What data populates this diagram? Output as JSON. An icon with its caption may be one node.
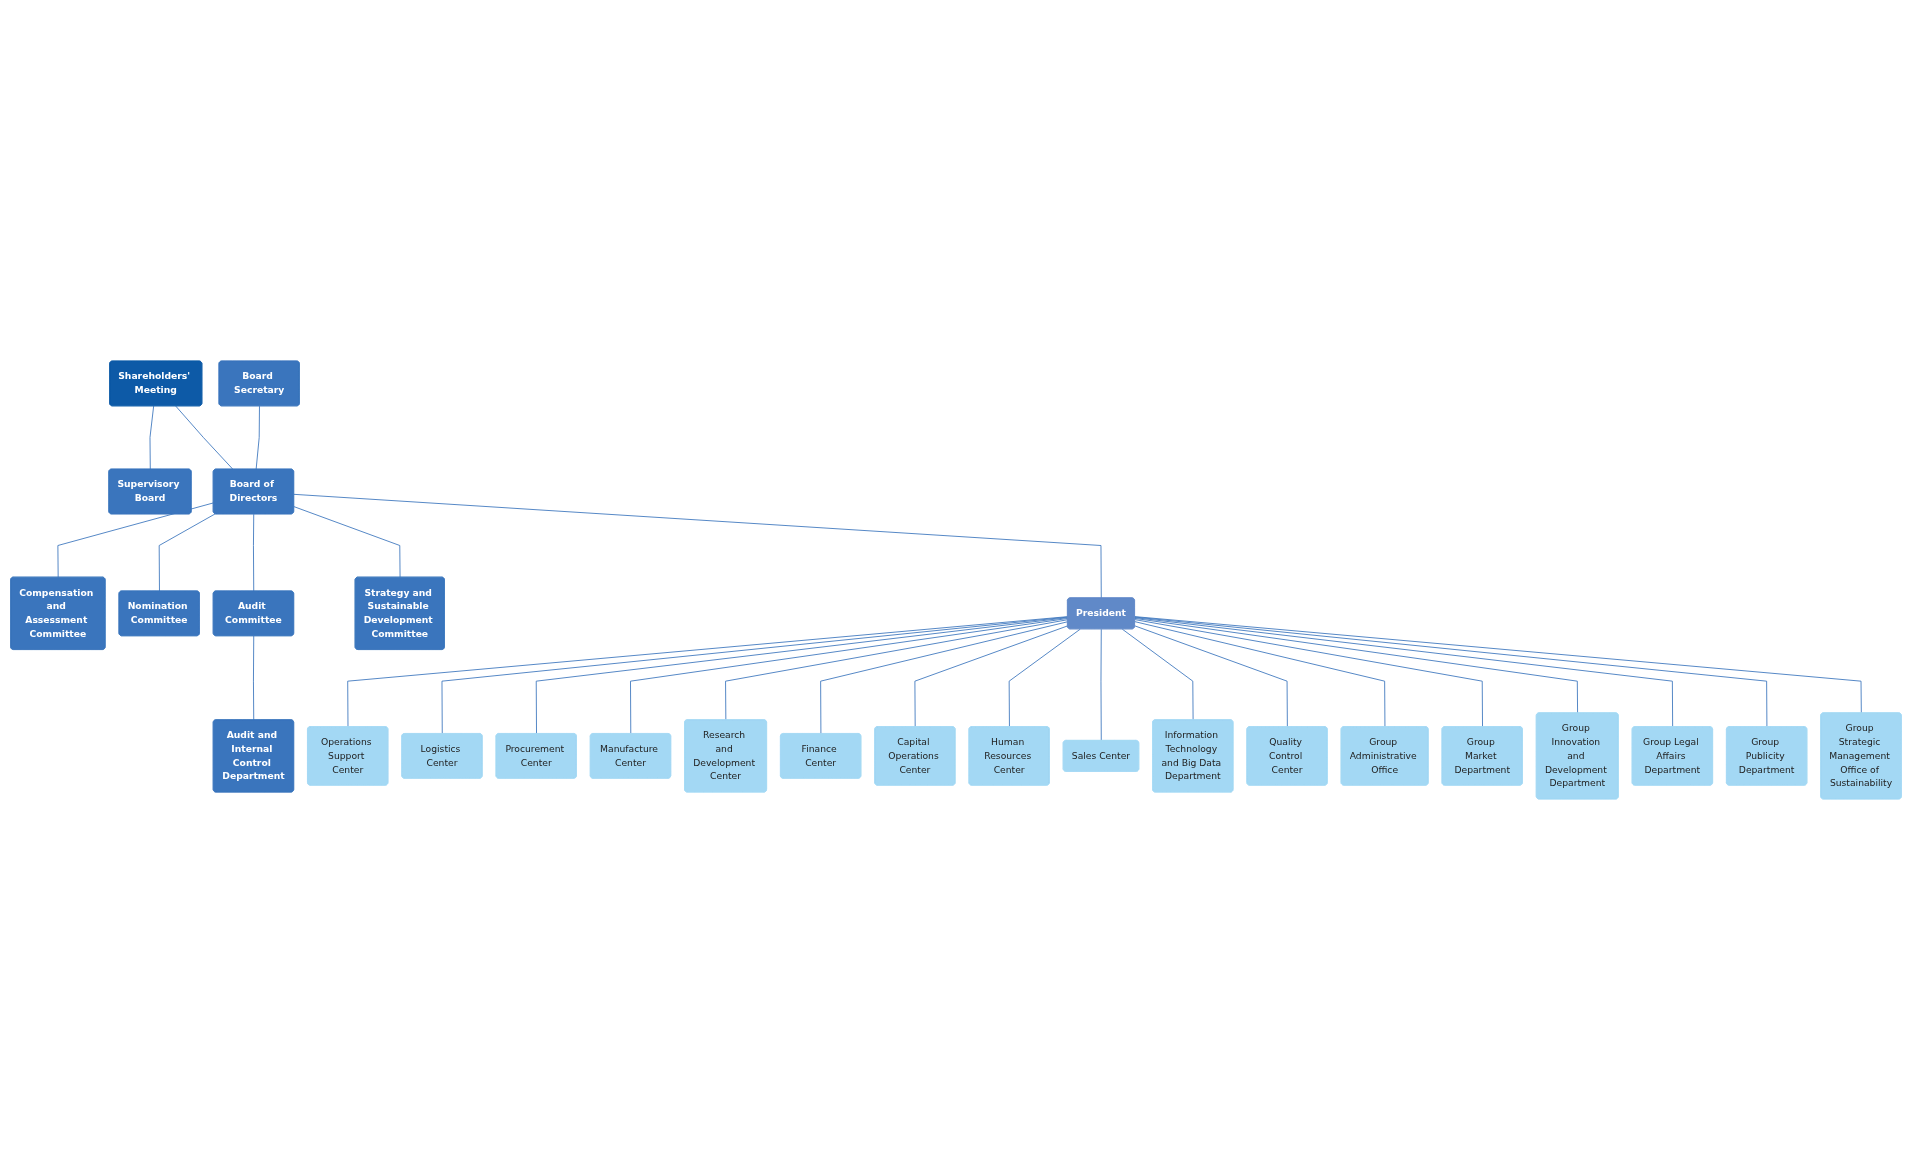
{
  "diagram": {
    "nodes": [
      {
        "text": [
          "Shareholders' Meeting"
        ]
      },
      {
        "text": [
          "Supervisory Board"
        ]
      },
      {
        "text": [
          "Board Secretary"
        ]
      },
      {
        "text": [
          "Board of Directors"
        ]
      },
      {
        "text": [
          "Compensation and Assessment Committee"
        ]
      },
      {
        "text": [
          "Nomination Committee"
        ]
      },
      {
        "text": [
          "Audit Committee"
        ]
      },
      {
        "text": [
          "Audit and Internal Control Department"
        ]
      },
      {
        "text": [
          "Strategy and Sustainable Development Committee"
        ]
      },
      {
        "text": [
          "President"
        ]
      },
      {
        "text": [
          "Operations Support Center"
        ]
      },
      {
        "text": [
          "Logistics Center"
        ]
      },
      {
        "text": [
          "Procurement Center"
        ]
      },
      {
        "text": [
          "Manufacture Center"
        ]
      },
      {
        "text": [
          "Research and Development Center"
        ]
      },
      {
        "text": [
          "Finance Center"
        ]
      },
      {
        "text": [
          "Capital Operations Center"
        ]
      },
      {
        "text": [
          "Human Resources Center"
        ]
      },
      {
        "text": [
          "Sales Center"
        ]
      },
      {
        "text": [
          "Information Technology and Big Data Department"
        ]
      },
      {
        "text": [
          "Quality Control Center"
        ]
      },
      {
        "text": [
          "Group Administrative Office"
        ]
      },
      {
        "text": [
          "Group Market Department"
        ]
      },
      {
        "text": [
          "Group Innovation and Development Department"
        ]
      },
      {
        "text": [
          "Group Legal Affairs Department"
        ]
      },
      {
        "text": [
          "Group Publicity Department"
        ]
      },
      {
        "text": [
          "Group Strategic Management Office of Sustainability"
        ]
      }
    ],
    "edges": [
      {
        "from": 0,
        "to": 1,
        "arrow": "none"
      },
      {
        "from": 0,
        "to": 3,
        "arrow": "none"
      },
      {
        "from": 2,
        "to": 3,
        "arrow": "none"
      },
      {
        "from": 3,
        "to": 4,
        "arrow": "none"
      },
      {
        "from": 3,
        "to": 5,
        "arrow": "none"
      },
      {
        "from": 3,
        "to": 6,
        "arrow": "none"
      },
      {
        "from": 3,
        "to": 8,
        "arrow": "none"
      },
      {
        "from": 6,
        "to": 7,
        "arrow": "none"
      },
      {
        "from": 3,
        "to": 9,
        "arrow": "none"
      },
      {
        "from": 9,
        "to": 10,
        "arrow": "none"
      },
      {
        "from": 9,
        "to": 11,
        "arrow": "none"
      },
      {
        "from": 9,
        "to": 12,
        "arrow": "none"
      },
      {
        "from": 9,
        "to": 13,
        "arrow": "none"
      },
      {
        "from": 9,
        "to": 14,
        "arrow": "none"
      },
      {
        "from": 9,
        "to": 15,
        "arrow": "none"
      },
      {
        "from": 9,
        "to": 16,
        "arrow": "none"
      },
      {
        "from": 9,
        "to": 17,
        "arrow": "none"
      },
      {
        "from": 9,
        "to": 18,
        "arrow": "none"
      },
      {
        "from": 9,
        "to": 19,
        "arrow": "none"
      },
      {
        "from": 9,
        "to": 20,
        "arrow": "none"
      },
      {
        "from": 9,
        "to": 21,
        "arrow": "none"
      },
      {
        "from": 9,
        "to": 22,
        "arrow": "none"
      },
      {
        "from": 9,
        "to": 23,
        "arrow": "none"
      },
      {
        "from": 9,
        "to": 24,
        "arrow": "none"
      },
      {
        "from": 9,
        "to": 25,
        "arrow": "none"
      },
      {
        "from": 9,
        "to": 26,
        "arrow": "none"
      }
    ]
  }
}
